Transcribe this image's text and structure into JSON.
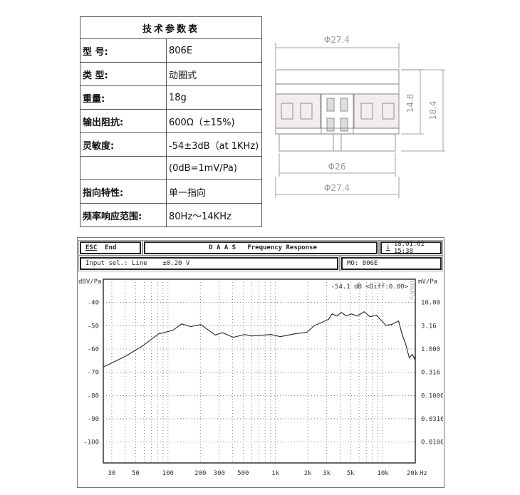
{
  "spec_table": {
    "title": "技术参数表",
    "rows": [
      {
        "label": "型 号:",
        "value": "806E"
      },
      {
        "label": "类 型:",
        "value": "动圈式"
      },
      {
        "label": "重量:",
        "value": "18g"
      },
      {
        "label": "输出阻抗:",
        "value": "600Ω（±15%)"
      },
      {
        "label": "灵敏度:",
        "value": "-54±3dB（at 1KHz)"
      },
      {
        "label": "",
        "value": "(0dB=1mV/Pa)"
      },
      {
        "label": "指向特性:",
        "value": "单一指向"
      },
      {
        "label": "频率响应范围:",
        "value": "80Hz～14KHz"
      }
    ]
  },
  "drawing": {
    "dim_top": "Φ27.4",
    "dim_height_inner": "14.8",
    "dim_height_outer": "18.4",
    "dim_mid": "Φ26",
    "dim_bottom": "Φ27.4"
  },
  "analyzer": {
    "esc": "ESC",
    "end": "End",
    "title": "D A A S   Frequency Response",
    "info_icon": "i",
    "datetime": "18.01.02 15:38",
    "input": "Input sel.: Line    ±0.20 V",
    "mo": "MO: 806E",
    "readout": "-54.1 dB <Diff:0.00>",
    "watermark": "DAAS"
  },
  "chart_data": {
    "type": "line",
    "title": "Frequency Response",
    "xlabel": "Hz",
    "ylabel": "dBV/Pa",
    "y2label": "mV/Pa",
    "xscale": "log",
    "xlim": [
      25,
      20000
    ],
    "ylim": [
      -109,
      -30
    ],
    "grid": true,
    "x_ticks": [
      "30",
      "50",
      "100",
      "200",
      "300",
      "500",
      "1k",
      "2k",
      "3k",
      "5k",
      "10k",
      "20k"
    ],
    "x_tick_values": [
      30,
      50,
      100,
      200,
      300,
      500,
      1000,
      2000,
      3000,
      5000,
      10000,
      20000
    ],
    "y_ticks": [
      -40,
      -50,
      -60,
      -70,
      -80,
      -90,
      -100
    ],
    "y2_ticks": [
      "10.00",
      "3.16",
      "1.000",
      "0.316",
      "0.1000",
      "0.0316",
      "0.0100"
    ],
    "x": [
      25,
      40,
      58,
      82,
      111,
      134,
      163,
      202,
      275,
      321,
      404,
      517,
      603,
      912,
      1113,
      1514,
      1963,
      2290,
      3110,
      3360,
      3740,
      4100,
      4570,
      5090,
      5750,
      6700,
      7580,
      8710,
      10620,
      12000,
      14000,
      15150,
      16300,
      17600,
      18800,
      19700,
      20000
    ],
    "y": [
      -67.8,
      -63.2,
      -58.7,
      -53.5,
      -52,
      -49.2,
      -50.4,
      -49.5,
      -54,
      -53,
      -55,
      -53.8,
      -54.4,
      -53.8,
      -54.7,
      -53.5,
      -52.8,
      -50,
      -47.3,
      -44.9,
      -45.8,
      -44.3,
      -45.8,
      -44.9,
      -45.8,
      -44,
      -46.1,
      -45.5,
      -49.8,
      -49.5,
      -48,
      -54,
      -58,
      -63.8,
      -62.3,
      -64.3,
      -62.6
    ]
  }
}
